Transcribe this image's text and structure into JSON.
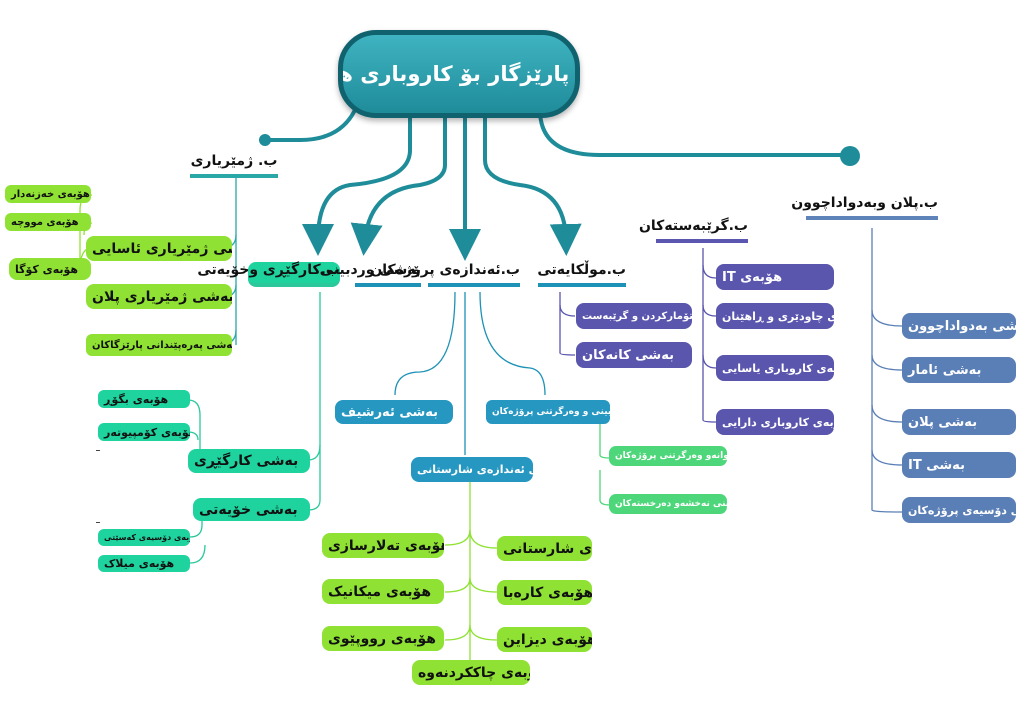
{
  "root": "جێگری پارێزگار بۆ کاروباری هونەری",
  "zhmeryari": {
    "header": "ب. ژمێریاری",
    "items": [
      "بەشی ژمێریاری ئاسایی",
      "بەشی ژمێریاری پلان",
      "بەشی پەرەپێندانی پارێزگاکان"
    ],
    "subitems": [
      "هۆبەی خەزنەدار",
      "هۆبەی مووچە",
      "هۆبەی کۆگا"
    ]
  },
  "kargeri": {
    "header": "ب.کارگێڕی وخۆیەتی",
    "items": [
      "بەشی کارگێڕی",
      "بەشی خۆیەتی"
    ],
    "kargeri_subs": [
      "هۆبەی بگۆڕ",
      "هۆبەی کۆمپیوتەر"
    ],
    "khoyeti_subs": [
      "هۆبەی دۆسیەی کەسێتی",
      "هۆبەی میلاک"
    ]
  },
  "wurdbini": {
    "header": "بەشی وردبینی"
  },
  "andazyari": {
    "header": "ب.ئەندازەی پرۆژەکان",
    "archive": "بەشی ئەرشیف",
    "review": "بەشی وردبینی و وەرگرتنی پرۆژەکان",
    "review_subs": [
      "هۆبەی پێوانەو وەرگرتنی پرۆژەکان",
      "هۆبەی وردبینی نەخشەو دەرخستەکان"
    ],
    "civil": "بەشی ئەندازەی شارستانی",
    "left_subs": [
      "هۆبەی تەلارسازی",
      "هۆبەی میکانیک",
      "هۆبەی رووپێوی"
    ],
    "right_subs": [
      "هۆبەی شارستانی",
      "هۆبەی کارەبا",
      "هۆبەی دیزاین"
    ],
    "bottom": "هۆبەی چاککردنەوە"
  },
  "mulkayati": {
    "header": "ب.موڵکایەتی",
    "items": [
      "بەشی تۆمارکردن و گرێبەست",
      "بەشی کانەکان"
    ]
  },
  "grebast": {
    "header": "ب.گرێبەستەکان",
    "items": [
      "هۆبەی IT",
      "هۆبەی چاودێری و ڕاهێنان",
      "هۆبەی کاروباری یاسایی",
      "هۆبەی کاروباری دارایی"
    ]
  },
  "plan": {
    "header": "ب.پلان وبەدواداچوون",
    "items": [
      "بەشی بەدواداچوون",
      "بەشی ئامار",
      "بەشی پلان",
      "بەشی IT",
      "بەشی دۆسیەی پرۆژەکان"
    ]
  },
  "colors": {
    "root": "#1f8c9a",
    "green": "#8fe234",
    "mint": "#1fd39e",
    "teal": "#2597c1",
    "purple": "#5a55ad",
    "blue": "#5a7fb6",
    "line": "#1f8c9a"
  },
  "icons": [
    "connector-dot",
    "connector-arrow"
  ]
}
